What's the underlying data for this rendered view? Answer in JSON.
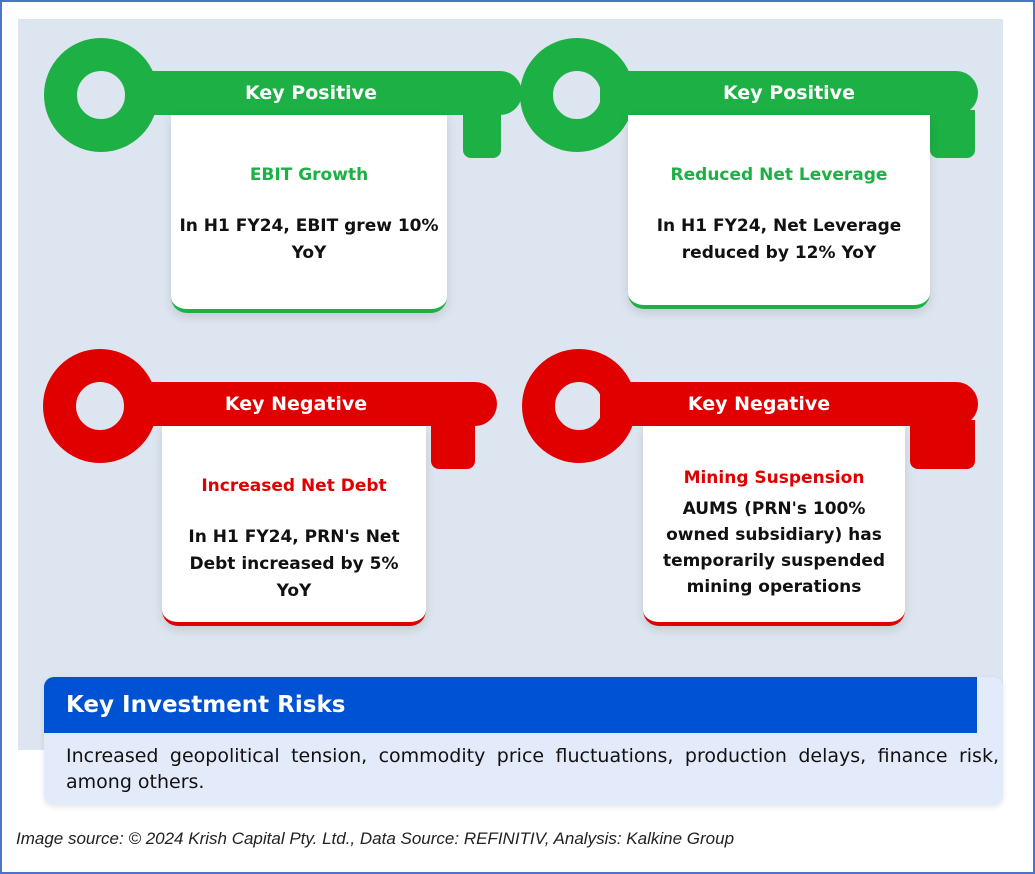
{
  "cards": [
    {
      "header": "Key Positive",
      "title": "EBIT Growth",
      "description": "In H1 FY24, EBIT grew 10% YoY"
    },
    {
      "header": "Key Positive",
      "title": "Reduced Net Leverage",
      "description": "In H1 FY24, Net Leverage reduced by 12% YoY"
    },
    {
      "header": "Key Negative",
      "title": "Increased Net Debt",
      "description": "In H1 FY24, PRN's Net Debt increased by 5% YoY"
    },
    {
      "header": "Key Negative",
      "title": "Mining Suspension",
      "description": "AUMS (PRN's 100% owned subsidiary) has temporarily suspended mining operations"
    }
  ],
  "risks": {
    "title": "Key Investment Risks",
    "text": "Increased geopolitical tension, commodity price fluctuations, production delays, finance risk, among others."
  },
  "source": "Image source: © 2024 Krish Capital Pty. Ltd., Data Source: REFINITIV, Analysis: Kalkine Group",
  "colors": {
    "positive": "#1db044",
    "negative": "#e00000",
    "risk_header": "#0052d4"
  }
}
